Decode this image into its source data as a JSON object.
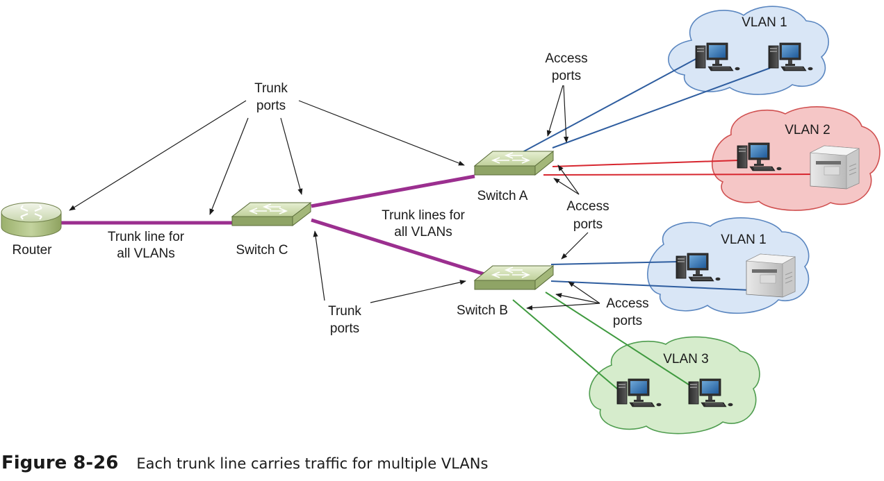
{
  "labels": {
    "router": "Router",
    "trunk_line_router_1": "Trunk line for",
    "trunk_line_router_2": "all VLANs",
    "switch_c": "Switch C",
    "switch_a": "Switch A",
    "switch_b": "Switch B",
    "trunk_lines_1": "Trunk lines for",
    "trunk_lines_2": "all VLANs",
    "trunk_ports_top_1": "Trunk",
    "trunk_ports_top_2": "ports",
    "trunk_ports_bottom_1": "Trunk",
    "trunk_ports_bottom_2": "ports",
    "access_ports_1_1": "Access",
    "access_ports_1_2": "ports",
    "access_ports_2_1": "Access",
    "access_ports_2_2": "ports",
    "access_ports_3_1": "Access",
    "access_ports_3_2": "ports"
  },
  "vlans": {
    "vlan1_top": "VLAN 1",
    "vlan2": "VLAN 2",
    "vlan1_bottom": "VLAN 1",
    "vlan3": "VLAN 3"
  },
  "colors": {
    "trunk": "#9b2f8f",
    "vlan1_link": "#2e5d9f",
    "vlan2_link": "#d7262f",
    "vlan3_link": "#3f9a3f",
    "vlan1_cloud": "#d9e6f6",
    "vlan2_cloud": "#f5c6c6",
    "vlan3_cloud": "#d6eccc",
    "switch_body": "#b9cc92"
  },
  "caption": {
    "number": "Figure 8-26",
    "text": "Each trunk line carries traffic for multiple VLANs"
  }
}
